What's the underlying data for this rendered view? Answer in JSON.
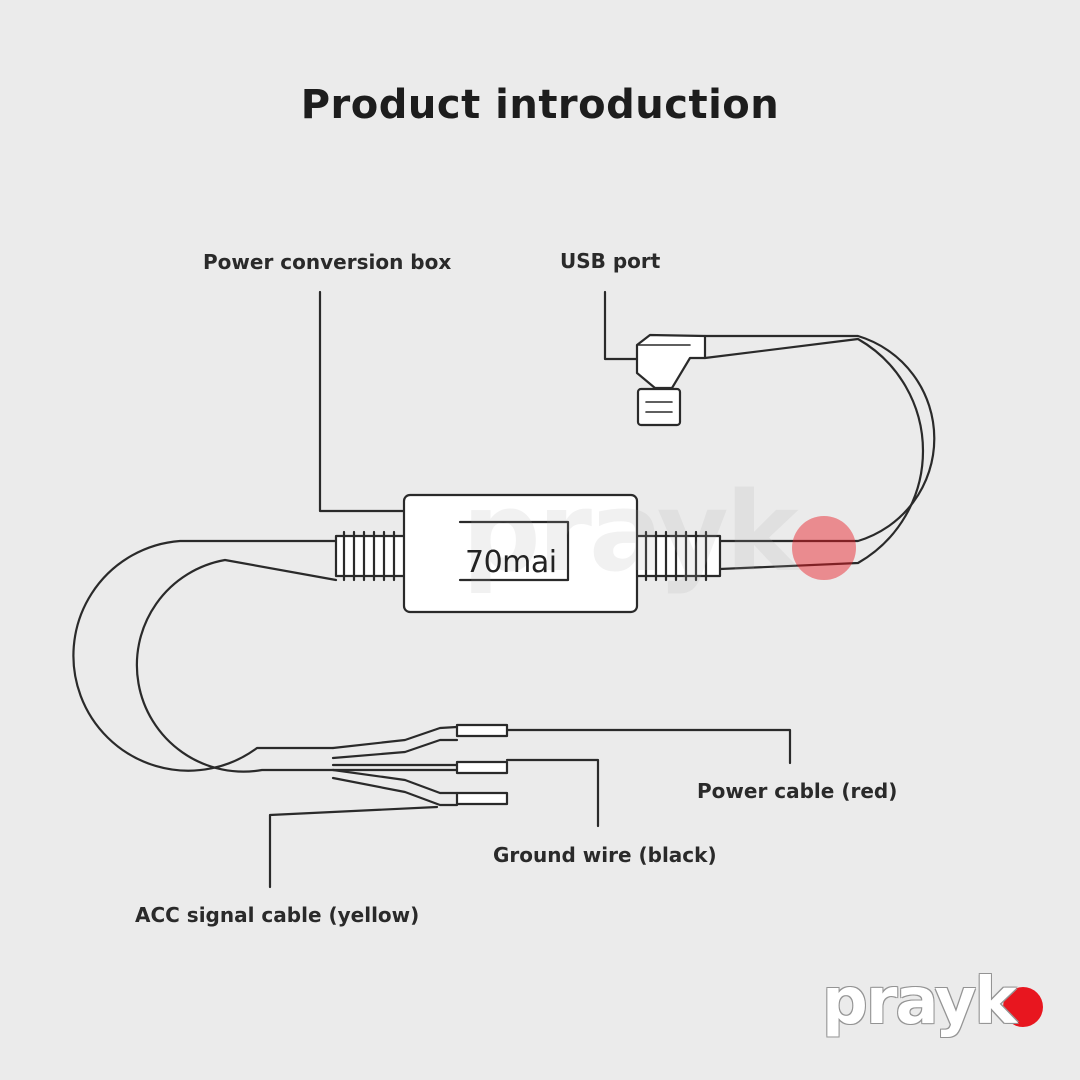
{
  "page": {
    "title": "Product introduction"
  },
  "diagram": {
    "box_brand": "70mai",
    "labels": {
      "power_conversion_box": "Power conversion box",
      "usb_port": "USB port",
      "power_cable": "Power cable (red)",
      "ground_wire": "Ground wire (black)",
      "acc_signal_cable": "ACC signal cable (yellow)"
    }
  },
  "watermark": {
    "word": "prayk",
    "dot_color": "#e8161f"
  },
  "colors": {
    "background": "#ebebeb",
    "stroke": "#2a2a2a",
    "fill": "#ffffff"
  }
}
